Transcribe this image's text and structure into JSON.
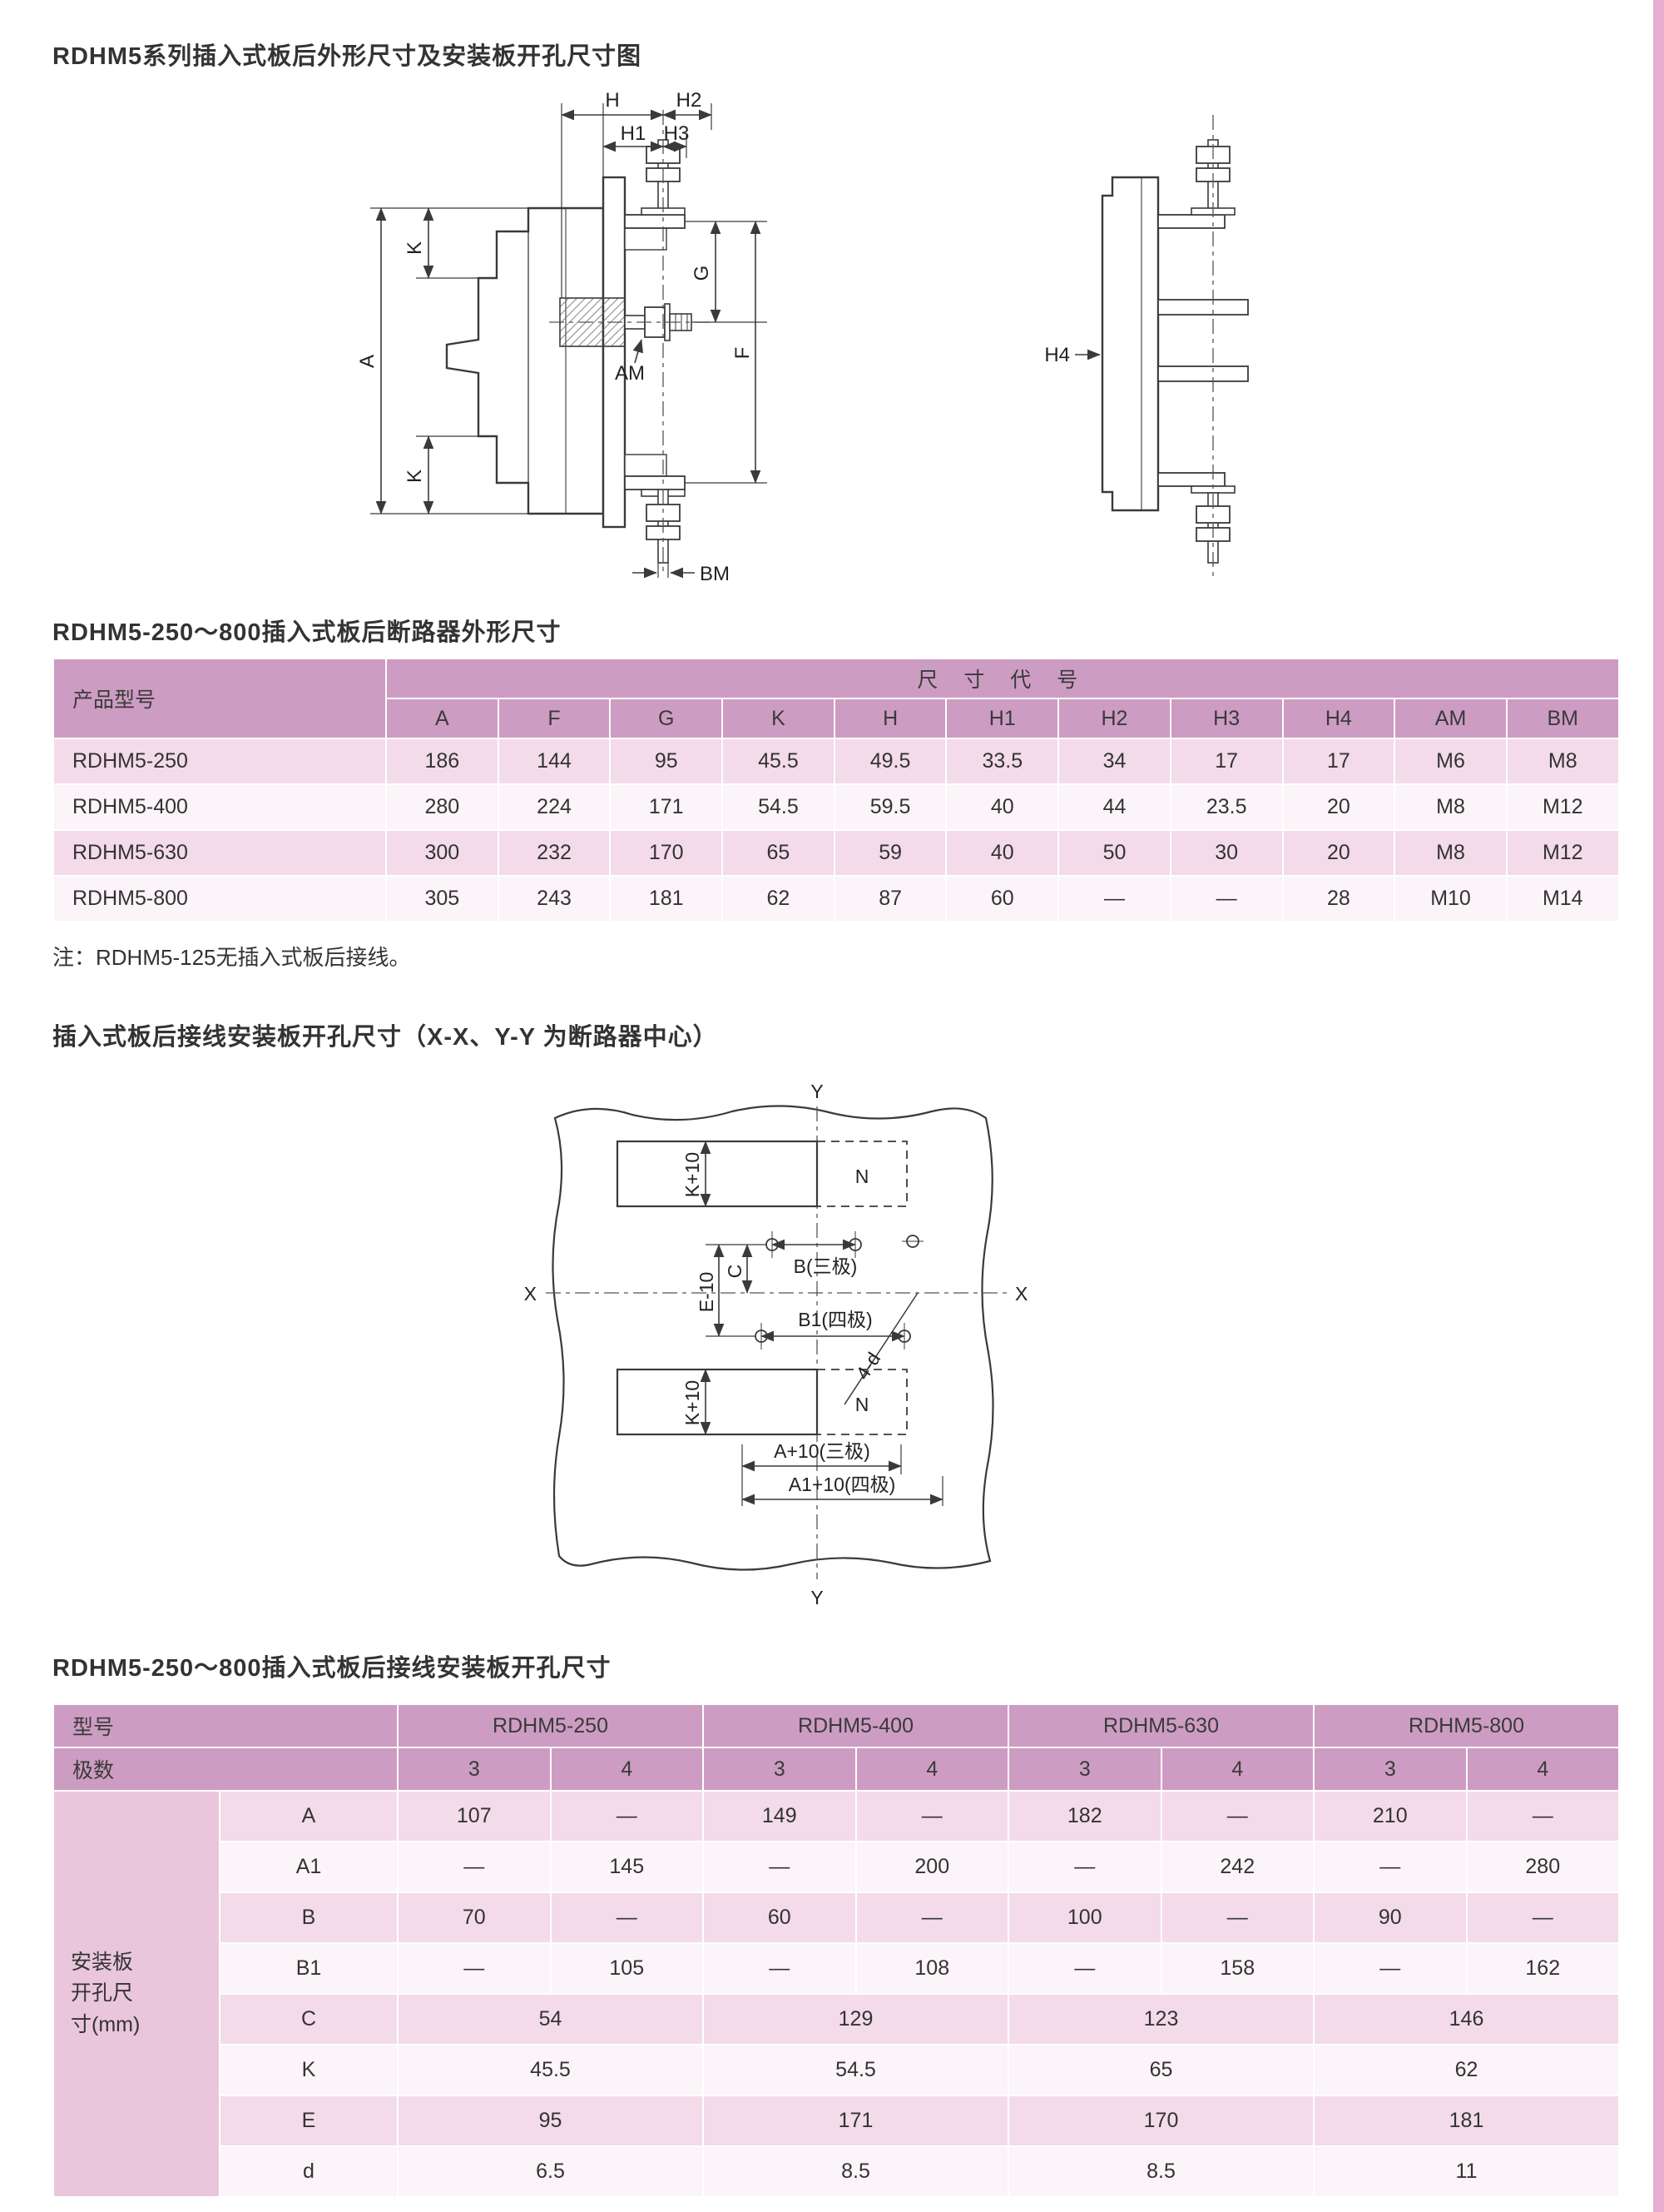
{
  "page": {
    "title": "RDHM5系列插入式板后外形尺寸及安装板开孔尺寸图",
    "table1_title": "RDHM5-250～800插入式板后断路器外形尺寸",
    "note": "注：RDHM5-125无插入式板后接线。",
    "diagram2_title": "插入式板后接线安装板开孔尺寸（X-X、Y-Y 为断路器中心）",
    "table2_title": "RDHM5-250～800插入式板后接线安装板开孔尺寸"
  },
  "colors": {
    "header_pink": "#cd9cc3",
    "row_pink": "#f3dbe9",
    "row_light": "#fbf4f9",
    "group_pink": "#e9c6dc",
    "edge_strip": "#e7aed2"
  },
  "diagram1": {
    "h": "H",
    "h1": "H1",
    "h2": "H2",
    "h3": "H3",
    "k_top": "K",
    "k_bottom": "K",
    "a": "A",
    "g": "G",
    "f": "F",
    "am": "AM",
    "bm": "BM",
    "h4": "H4"
  },
  "diagram2": {
    "y_top": "Y",
    "y_bottom": "Y",
    "x_left": "X",
    "x_right": "X",
    "k10_top": "K+10",
    "k10_bottom": "K+10",
    "e10": "E-10",
    "c": "C",
    "b3": "B(三极)",
    "b1_4": "B1(四极)",
    "a3": "A+10(三极)",
    "a1_4": "A1+10(四极)",
    "n_top": "N",
    "n_bottom": "N",
    "hole_callout": "4-d"
  },
  "table1": {
    "model_header": "产品型号",
    "dims_header": "尺 寸 代 号",
    "columns": [
      "A",
      "F",
      "G",
      "K",
      "H",
      "H1",
      "H2",
      "H3",
      "H4",
      "AM",
      "BM"
    ],
    "rows": [
      {
        "model": "RDHM5-250",
        "values": [
          "186",
          "144",
          "95",
          "45.5",
          "49.5",
          "33.5",
          "34",
          "17",
          "17",
          "M6",
          "M8"
        ]
      },
      {
        "model": "RDHM5-400",
        "values": [
          "280",
          "224",
          "171",
          "54.5",
          "59.5",
          "40",
          "44",
          "23.5",
          "20",
          "M8",
          "M12"
        ]
      },
      {
        "model": "RDHM5-630",
        "values": [
          "300",
          "232",
          "170",
          "65",
          "59",
          "40",
          "50",
          "30",
          "20",
          "M8",
          "M12"
        ]
      },
      {
        "model": "RDHM5-800",
        "values": [
          "305",
          "243",
          "181",
          "62",
          "87",
          "60",
          "—",
          "—",
          "28",
          "M10",
          "M14"
        ]
      }
    ]
  },
  "table2": {
    "model_label": "型号",
    "poles_label": "极数",
    "group_label": "安装板\n开孔尺\n寸(mm)",
    "models": [
      "RDHM5-250",
      "RDHM5-400",
      "RDHM5-630",
      "RDHM5-800"
    ],
    "poles": [
      "3",
      "4",
      "3",
      "4",
      "3",
      "4",
      "3",
      "4"
    ],
    "split_rows": [
      {
        "param": "A",
        "values": [
          "107",
          "—",
          "149",
          "—",
          "182",
          "—",
          "210",
          "—"
        ]
      },
      {
        "param": "A1",
        "values": [
          "—",
          "145",
          "—",
          "200",
          "—",
          "242",
          "—",
          "280"
        ]
      },
      {
        "param": "B",
        "values": [
          "70",
          "—",
          "60",
          "—",
          "100",
          "—",
          "90",
          "—"
        ]
      },
      {
        "param": "B1",
        "values": [
          "—",
          "105",
          "—",
          "108",
          "—",
          "158",
          "—",
          "162"
        ]
      }
    ],
    "merged_rows": [
      {
        "param": "C",
        "values": [
          "54",
          "129",
          "123",
          "146"
        ]
      },
      {
        "param": "K",
        "values": [
          "45.5",
          "54.5",
          "65",
          "62"
        ]
      },
      {
        "param": "E",
        "values": [
          "95",
          "171",
          "170",
          "181"
        ]
      },
      {
        "param": "d",
        "values": [
          "6.5",
          "8.5",
          "8.5",
          "11"
        ]
      }
    ]
  }
}
